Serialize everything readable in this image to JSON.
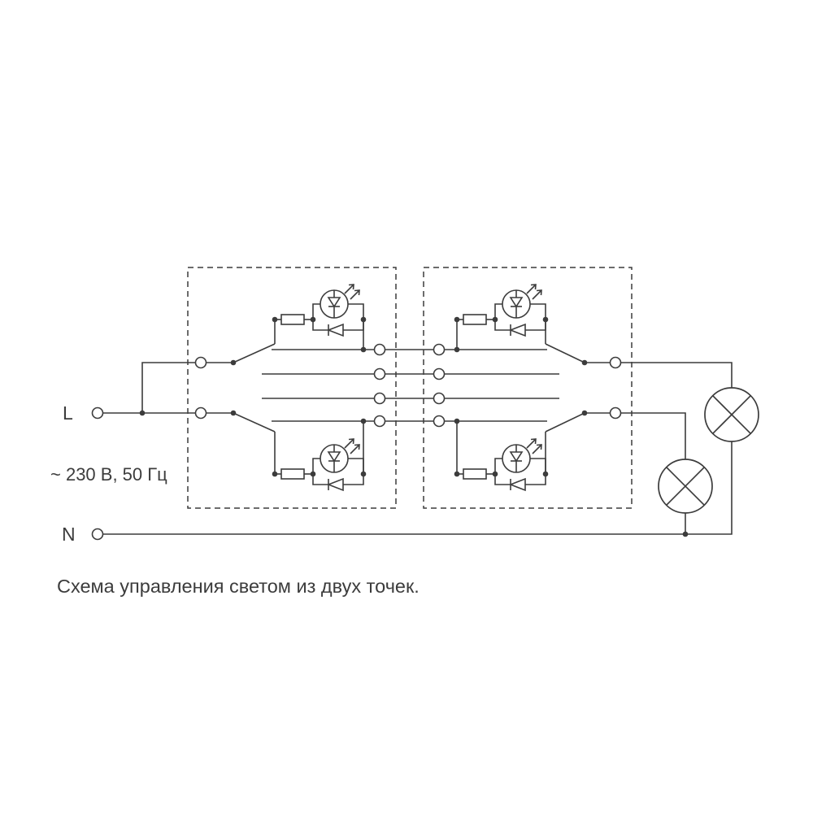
{
  "page": {
    "background": "#ffffff"
  },
  "diagram": {
    "kind": "two-way-lighting-wiring-schematic",
    "caption": "Схема управления светом из двух точек.",
    "labels": {
      "line": "L",
      "neutral": "N",
      "voltage": "~ 230 В, 50 Гц"
    },
    "colors": {
      "stroke": "#3C3C3C",
      "background": "#FFFFFF"
    },
    "components": [
      {
        "name": "switch-module-1",
        "kind": "two-gang-two-way-switch-with-led-indicators"
      },
      {
        "name": "switch-module-2",
        "kind": "two-gang-two-way-switch-with-led-indicators"
      },
      {
        "name": "lamp-1",
        "kind": "lamp"
      },
      {
        "name": "lamp-2",
        "kind": "lamp"
      }
    ]
  }
}
